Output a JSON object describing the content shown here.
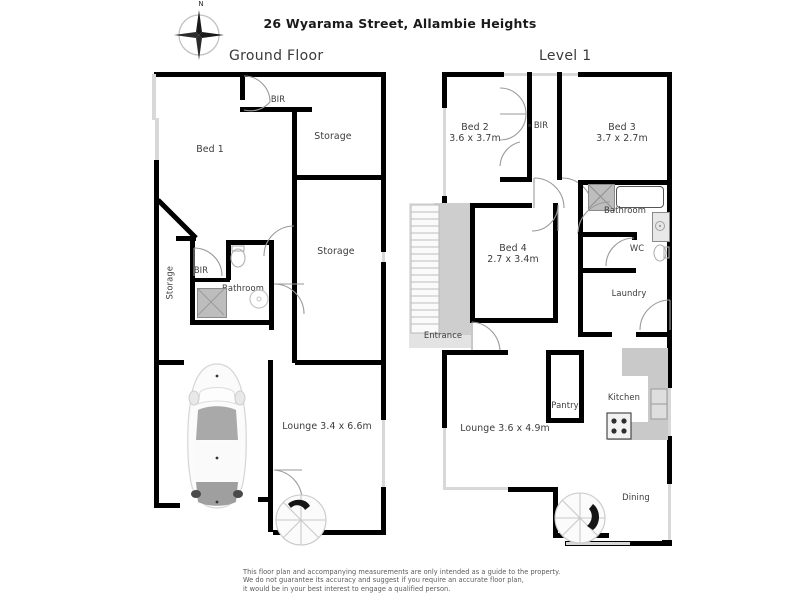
{
  "header": {
    "address": "26 Wyarama Street, Allambie Heights",
    "compass_label": "N",
    "compass_icon": "compass-rose-icon"
  },
  "floors": [
    {
      "id": "ground",
      "label": "Ground Floor"
    },
    {
      "id": "level1",
      "label": "Level 1"
    }
  ],
  "ground_floor": {
    "label": "Ground Floor",
    "rooms": [
      {
        "name": "Bed 1",
        "label": "Bed 1",
        "dimensions": ""
      },
      {
        "name": "BIR",
        "label": "BIR",
        "dimensions": ""
      },
      {
        "name": "Storage top",
        "label": "Storage",
        "dimensions": ""
      },
      {
        "name": "Storage mid",
        "label": "Storage",
        "dimensions": ""
      },
      {
        "name": "Storage side",
        "label": "Storage",
        "dimensions": ""
      },
      {
        "name": "BIR 2",
        "label": "BIR",
        "dimensions": ""
      },
      {
        "name": "Bathroom",
        "label": "Bathroom",
        "dimensions": ""
      },
      {
        "name": "Lounge",
        "label": "Lounge 3.4 x 6.6m",
        "dimensions": "3.4 x 6.6m"
      }
    ],
    "fixtures": [
      {
        "name": "car",
        "icon": "car-icon"
      },
      {
        "name": "spiral-stair",
        "icon": "spiral-staircase-icon"
      },
      {
        "name": "shower",
        "icon": "shower-icon"
      },
      {
        "name": "toilet",
        "icon": "toilet-icon"
      },
      {
        "name": "basin",
        "icon": "basin-icon"
      }
    ]
  },
  "level_1": {
    "label": "Level 1",
    "rooms": [
      {
        "name": "Bed 2",
        "label": "Bed 2",
        "dimensions": "3.6 x 3.7m"
      },
      {
        "name": "Bed 3",
        "label": "Bed 3",
        "dimensions": "3.7 x 2.7m"
      },
      {
        "name": "Bed 4",
        "label": "Bed 4",
        "dimensions": "2.7 x 3.4m"
      },
      {
        "name": "BIR",
        "label": "BIR",
        "dimensions": ""
      },
      {
        "name": "Bathroom",
        "label": "Bathroom",
        "dimensions": ""
      },
      {
        "name": "WC",
        "label": "WC",
        "dimensions": ""
      },
      {
        "name": "Laundry",
        "label": "Laundry",
        "dimensions": ""
      },
      {
        "name": "Entrance",
        "label": "Entrance",
        "dimensions": ""
      },
      {
        "name": "Pantry",
        "label": "Pantry",
        "dimensions": ""
      },
      {
        "name": "Kitchen",
        "label": "Kitchen",
        "dimensions": ""
      },
      {
        "name": "Dining",
        "label": "Dining",
        "dimensions": ""
      },
      {
        "name": "Lounge",
        "label": "Lounge 3.6 x 4.9m",
        "dimensions": "3.6 x 4.9m"
      }
    ],
    "fixtures": [
      {
        "name": "entry-stairs",
        "icon": "staircase-icon"
      },
      {
        "name": "spiral-stair",
        "icon": "spiral-staircase-icon"
      },
      {
        "name": "shower",
        "icon": "shower-icon"
      },
      {
        "name": "bathtub",
        "icon": "bathtub-icon"
      },
      {
        "name": "vanity",
        "icon": "vanity-icon"
      },
      {
        "name": "toilet",
        "icon": "toilet-icon"
      },
      {
        "name": "cooktop",
        "icon": "cooktop-icon"
      },
      {
        "name": "sink",
        "icon": "sink-icon"
      }
    ]
  },
  "labels": {
    "bed1": "Bed 1",
    "bir_ground_top": "BIR",
    "storage_top": "Storage",
    "storage_mid": "Storage",
    "storage_side": "Storage",
    "bir_ground_low": "BIR",
    "bathroom_ground": "Bathroom",
    "lounge_ground": "Lounge 3.4 x 6.6m",
    "bed2": "Bed 2",
    "bed2_dim": "3.6 x 3.7m",
    "bed3": "Bed 3",
    "bed3_dim": "3.7 x 2.7m",
    "bed4": "Bed 4",
    "bed4_dim": "2.7 x 3.4m",
    "bir_level1": "BIR",
    "bathroom_level1": "Bathroom",
    "wc": "WC",
    "laundry": "Laundry",
    "entrance": "Entrance",
    "pantry": "Pantry",
    "kitchen": "Kitchen",
    "dining": "Dining",
    "lounge_level1": "Lounge 3.6 x 4.9m"
  },
  "disclaimer": {
    "line1": "This floor plan and accompanying measurements are only intended as a guide to the property.",
    "line2": "We do not guarantee its accuracy and suggest if you require an accurate floor plan,",
    "line3": "it would be in your best interest to engage a qualified person."
  },
  "colors": {
    "wall": "#000000",
    "window": "#d8d8d8",
    "fill_light": "#e3e3e3",
    "fill_mid": "#cfcfcf",
    "text": "#3c3c3c",
    "background": "#ffffff"
  }
}
